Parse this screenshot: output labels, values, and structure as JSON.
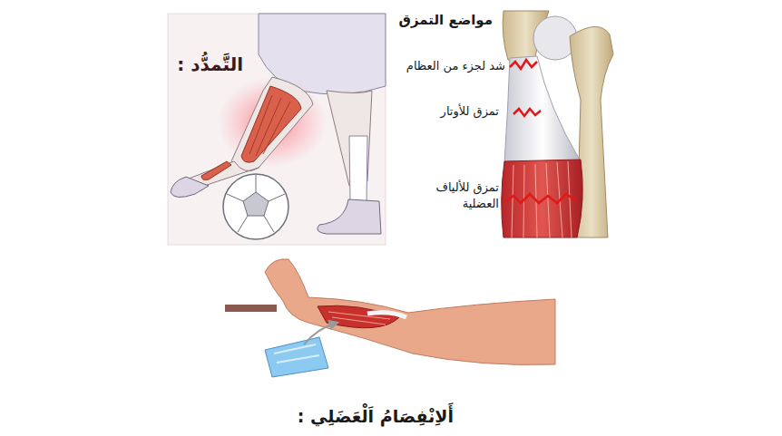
{
  "diagram": {
    "labels": [
      "التَّمدُّد :",
      "مواضع التمزق",
      "شد لجزء من العظام",
      "تمزق للأوتار",
      "تمزق للألياف العضلية",
      "أَلاِنْفِصَامُ اَلْعَضَلِي :"
    ]
  }
}
